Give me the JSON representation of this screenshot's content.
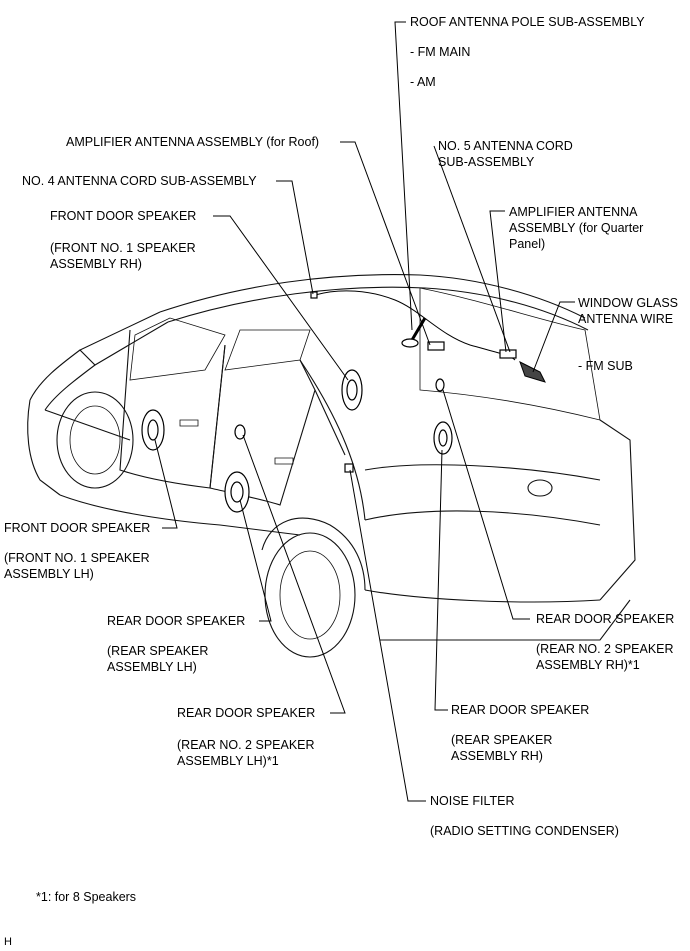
{
  "labels": {
    "roof_antenna": "ROOF ANTENNA POLE SUB-ASSEMBLY",
    "fm_main": "- FM MAIN",
    "am": "- AM",
    "amp_roof": "AMPLIFIER ANTENNA ASSEMBLY (for Roof)",
    "no5_cord_1": "NO. 5 ANTENNA CORD",
    "no5_cord_2": "SUB-ASSEMBLY",
    "no4_cord": "NO. 4 ANTENNA CORD SUB-ASSEMBLY",
    "front_rh_title": "FRONT DOOR SPEAKER",
    "front_rh_sub1": "(FRONT NO. 1 SPEAKER",
    "front_rh_sub2": "ASSEMBLY RH)",
    "amp_quarter_1": "AMPLIFIER ANTENNA",
    "amp_quarter_2": "ASSEMBLY (for Quarter",
    "amp_quarter_3": "Panel)",
    "window_wire_1": "WINDOW GLASS",
    "window_wire_2": "ANTENNA WIRE",
    "fm_sub": "- FM SUB",
    "front_lh_title": "FRONT DOOR SPEAKER",
    "front_lh_sub1": "(FRONT NO. 1 SPEAKER",
    "front_lh_sub2": "ASSEMBLY LH)",
    "rear_lh_title": "REAR DOOR SPEAKER",
    "rear_lh_sub1": "(REAR SPEAKER",
    "rear_lh_sub2": "ASSEMBLY LH)",
    "rear_no2_rh_title": "REAR DOOR SPEAKER",
    "rear_no2_rh_sub1": "(REAR NO. 2 SPEAKER",
    "rear_no2_rh_sub2": "ASSEMBLY RH)*1",
    "rear_no2_lh_title": "REAR DOOR SPEAKER",
    "rear_no2_lh_sub1": "(REAR NO. 2 SPEAKER",
    "rear_no2_lh_sub2": "ASSEMBLY LH)*1",
    "rear_rh_title": "REAR DOOR SPEAKER",
    "rear_rh_sub1": "(REAR SPEAKER",
    "rear_rh_sub2": "ASSEMBLY RH)",
    "noise_filter": "NOISE FILTER",
    "noise_filter_sub": "(RADIO SETTING CONDENSER)",
    "footnote": "*1: for 8 Speakers",
    "corner": "H"
  }
}
